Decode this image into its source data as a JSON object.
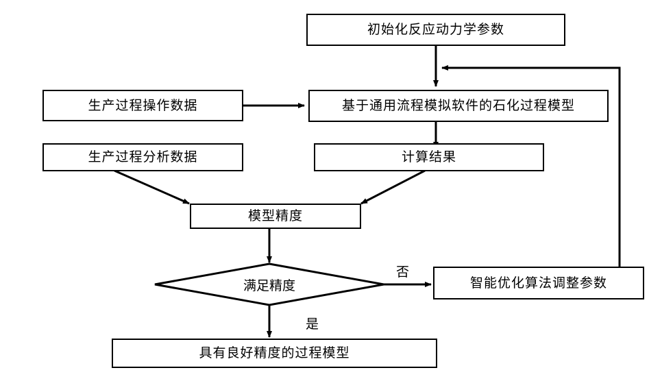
{
  "diagram": {
    "title": "petrochemical process model accuracy flowchart",
    "language": "zh-CN",
    "stroke_color": "#000000",
    "fill_color": "#ffffff",
    "nodes": [
      {
        "id": "init-params",
        "shape": "rect",
        "label": "初始化反应动力学参数"
      },
      {
        "id": "operation-data",
        "shape": "rect",
        "label": "生产过程操作数据"
      },
      {
        "id": "process-model",
        "shape": "rect",
        "label": "基于通用流程模拟软件的石化过程模型"
      },
      {
        "id": "analysis-data",
        "shape": "rect",
        "label": "生产过程分析数据"
      },
      {
        "id": "calc-result",
        "shape": "rect",
        "label": "计算结果"
      },
      {
        "id": "model-accuracy",
        "shape": "rect",
        "label": "模型精度"
      },
      {
        "id": "accuracy-check",
        "shape": "diamond",
        "label": "满足精度"
      },
      {
        "id": "optimize-params",
        "shape": "rect",
        "label": "智能优化算法调整参数"
      },
      {
        "id": "final-model",
        "shape": "rect",
        "label": "具有良好精度的过程模型"
      }
    ],
    "edge_labels": [
      {
        "id": "branch-no",
        "label": "否"
      },
      {
        "id": "branch-yes",
        "label": "是"
      }
    ]
  }
}
